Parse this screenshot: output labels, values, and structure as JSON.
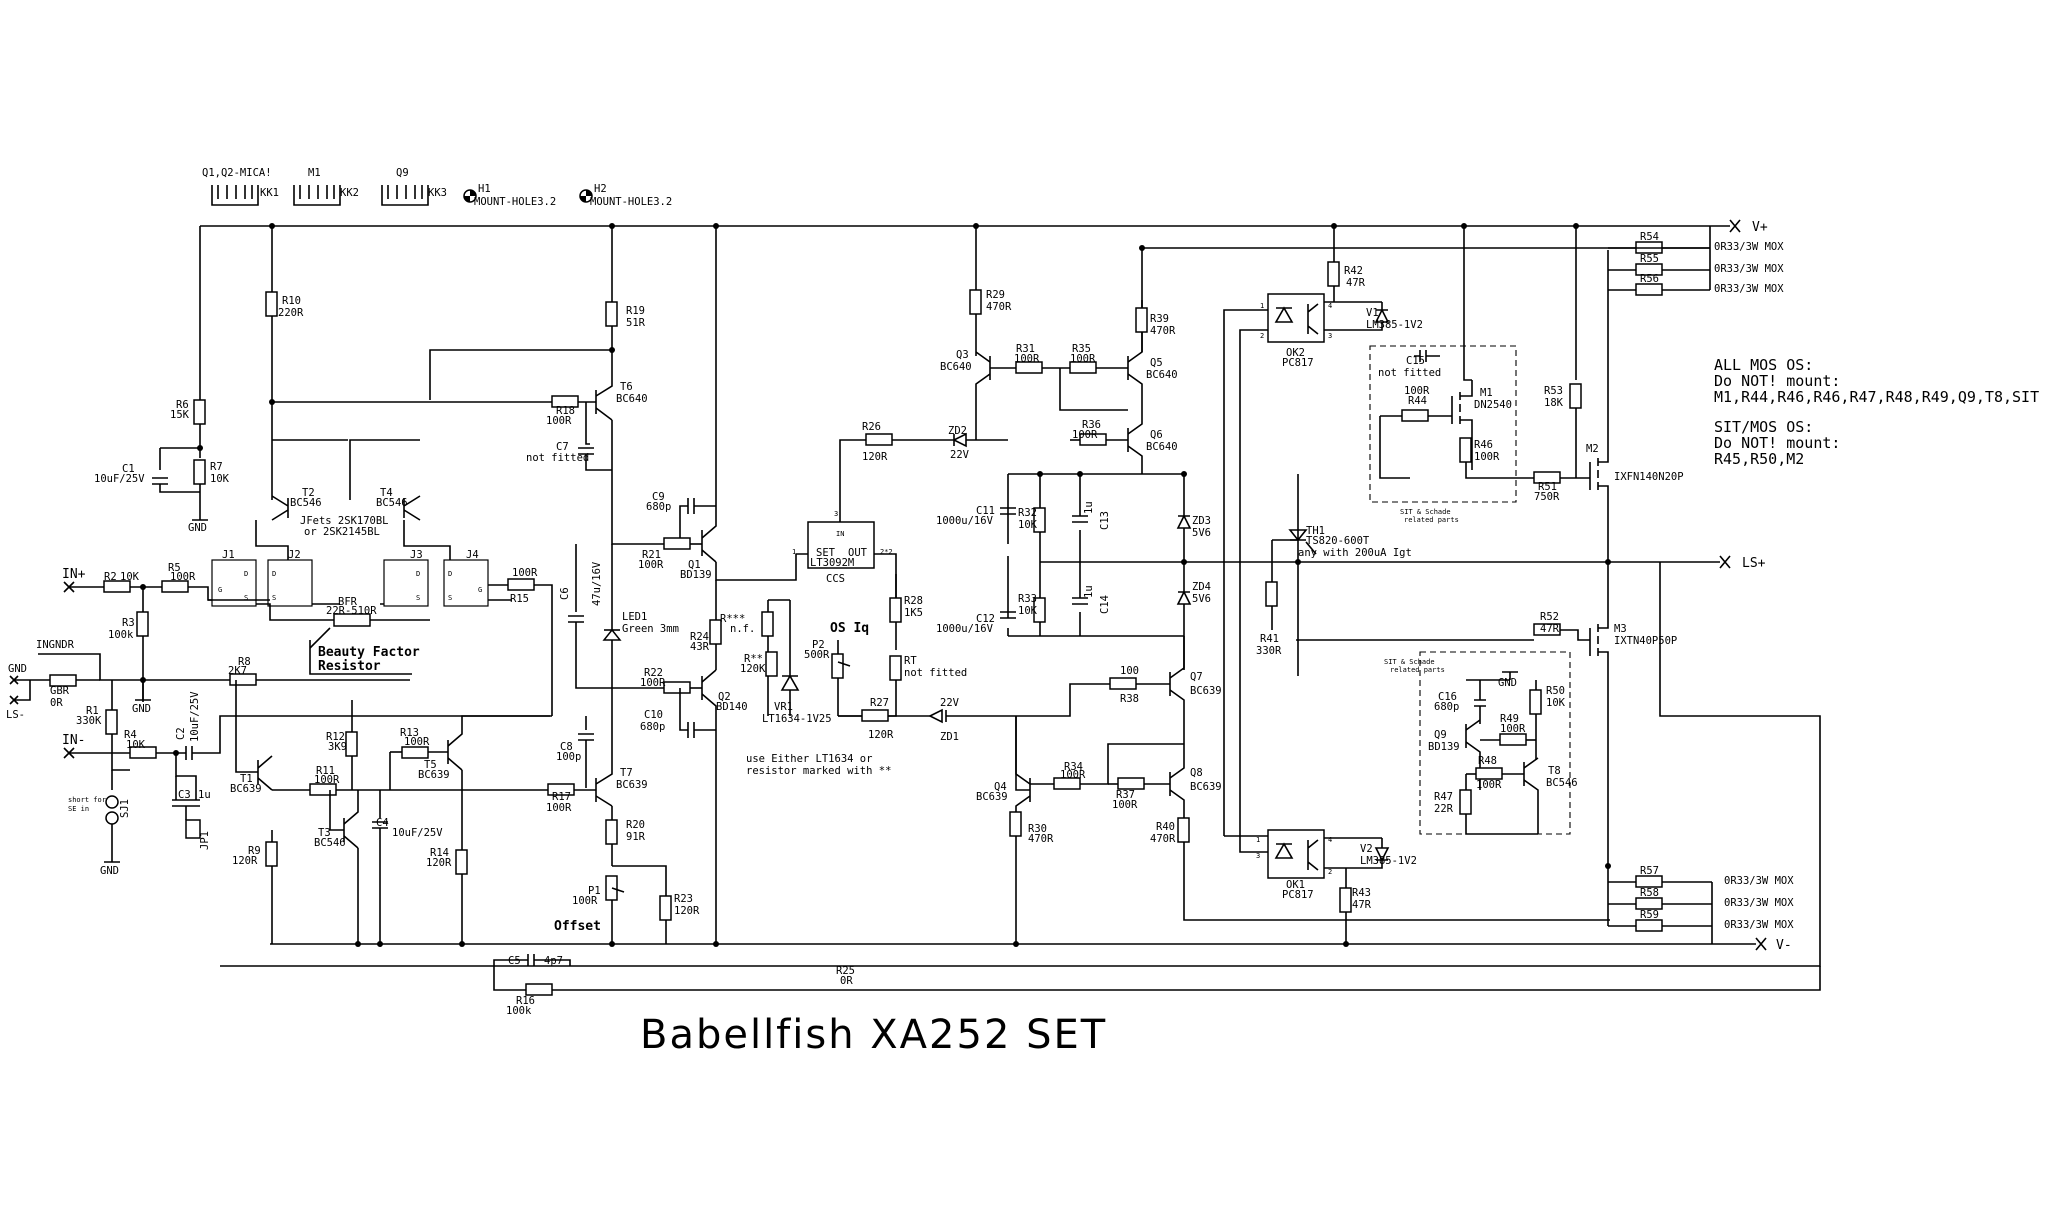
{
  "title": "Babellfish XA252 SET",
  "notes": {
    "mos_heading": "ALL MOS OS:",
    "mos_line1": "Do NOT! mount:",
    "mos_line2": "M1,R44,R46,R46,R47,R48,R49,Q9,T8,SIT",
    "sit_heading": "SIT/MOS OS:",
    "sit_line1": "Do NOT! mount:",
    "sit_line2": "R45,R50,M2",
    "either": "use Either LT1634 or",
    "either2": "resistor marked with **",
    "jfets": "JFets 2SK170BL",
    "jfets2": "or 2SK2145BL",
    "bfr1": "Beauty Factor",
    "bfr2": "Resistor",
    "os_iq": "OS Iq",
    "offset": "Offset",
    "ccs": "CCS",
    "sit_related": "SIT & Schade",
    "sit_related2": "related parts",
    "short_se": "short for",
    "short_se2": "SE in",
    "th1_note": "any with 200uA Igt"
  },
  "nets": {
    "vplus": "V+",
    "vminus": "V-",
    "lsplus": "LS+",
    "lsminus": "LS-",
    "gnd": "GND",
    "in_plus": "IN+",
    "in_minus": "IN-",
    "ingndr": "INGNDR"
  },
  "heatsinks": [
    {
      "ref": "KK1",
      "label": "Q1,Q2-MICA!"
    },
    {
      "ref": "KK2",
      "label": "M1"
    },
    {
      "ref": "KK3",
      "label": "Q9"
    }
  ],
  "mount_holes": [
    {
      "ref": "H1",
      "value": "MOUNT-HOLE3.2"
    },
    {
      "ref": "H2",
      "value": "MOUNT-HOLE3.2"
    }
  ],
  "resistors": {
    "R1": {
      "ref": "R1",
      "value": "330K"
    },
    "R2": {
      "ref": "R2",
      "value": "10K"
    },
    "R3": {
      "ref": "R3",
      "value": "100k"
    },
    "R4": {
      "ref": "R4",
      "value": "10K"
    },
    "R5": {
      "ref": "R5",
      "value": "100R"
    },
    "R6": {
      "ref": "R6",
      "value": "15K"
    },
    "R7": {
      "ref": "R7",
      "value": "10K"
    },
    "R8": {
      "ref": "R8",
      "value": "2K7"
    },
    "R9": {
      "ref": "R9",
      "value": "120R"
    },
    "R10": {
      "ref": "R10",
      "value": "220R"
    },
    "R11": {
      "ref": "R11",
      "value": "100R"
    },
    "R12": {
      "ref": "R12",
      "value": "3K9"
    },
    "R13": {
      "ref": "R13",
      "value": "100R"
    },
    "R14": {
      "ref": "R14",
      "value": "120R"
    },
    "R15": {
      "ref": "R15",
      "value": "100R"
    },
    "R16": {
      "ref": "R16",
      "value": "100k"
    },
    "R17": {
      "ref": "R17",
      "value": "100R"
    },
    "R18": {
      "ref": "R18",
      "value": "100R"
    },
    "R19": {
      "ref": "R19",
      "value": "51R"
    },
    "R20": {
      "ref": "R20",
      "value": "91R"
    },
    "R21": {
      "ref": "R21",
      "value": "100R"
    },
    "R22": {
      "ref": "R22",
      "value": "100R"
    },
    "R23": {
      "ref": "R23",
      "value": "120R"
    },
    "R24": {
      "ref": "R24",
      "value": "43R"
    },
    "R25": {
      "ref": "R25",
      "value": "0R"
    },
    "R26": {
      "ref": "R26",
      "value": "120R"
    },
    "R27": {
      "ref": "R27",
      "value": "120R"
    },
    "R28": {
      "ref": "R28",
      "value": "1K5"
    },
    "RT": {
      "ref": "RT",
      "value": "not fitted"
    },
    "R29": {
      "ref": "R29",
      "value": "470R"
    },
    "R30": {
      "ref": "R30",
      "value": "470R"
    },
    "R31": {
      "ref": "R31",
      "value": "100R"
    },
    "R32": {
      "ref": "R32",
      "value": "10K"
    },
    "R33": {
      "ref": "R33",
      "value": "10K"
    },
    "R34": {
      "ref": "R34",
      "value": "100R"
    },
    "R35": {
      "ref": "R35",
      "value": "100R"
    },
    "R36": {
      "ref": "R36",
      "value": "100R"
    },
    "R37": {
      "ref": "R37",
      "value": "100R"
    },
    "R38": {
      "ref": "R38",
      "value": "100"
    },
    "R39": {
      "ref": "R39",
      "value": "470R"
    },
    "R40": {
      "ref": "R40",
      "value": "470R"
    },
    "R41": {
      "ref": "R41",
      "value": "330R"
    },
    "R42": {
      "ref": "R42",
      "value": "47R"
    },
    "R43": {
      "ref": "R43",
      "value": "47R"
    },
    "R44": {
      "ref": "R44",
      "value": "100R"
    },
    "R46": {
      "ref": "R46",
      "value": "100R"
    },
    "R47": {
      "ref": "R47",
      "value": "22R"
    },
    "R48": {
      "ref": "R48",
      "value": "100R"
    },
    "R49": {
      "ref": "R49",
      "value": "100R"
    },
    "R50": {
      "ref": "R50",
      "value": "10K"
    },
    "R51": {
      "ref": "R51",
      "value": "750R"
    },
    "R52": {
      "ref": "R52",
      "value": "47R"
    },
    "R53": {
      "ref": "R53",
      "value": "18K"
    },
    "R54": {
      "ref": "R54",
      "value": "0R33/3W MOX"
    },
    "R55": {
      "ref": "R55",
      "value": "0R33/3W MOX"
    },
    "R56": {
      "ref": "R56",
      "value": "0R33/3W MOX"
    },
    "R57": {
      "ref": "R57",
      "value": "0R33/3W MOX"
    },
    "R58": {
      "ref": "R58",
      "value": "0R33/3W MOX"
    },
    "R59": {
      "ref": "R59",
      "value": "0R33/3W MOX"
    },
    "GBR": {
      "ref": "GBR",
      "value": "0R"
    },
    "BFR": {
      "ref": "BFR",
      "value": "22R-510R"
    },
    "Rx": {
      "ref": "R***",
      "value": "n.f."
    },
    "Ry": {
      "ref": "R**",
      "value": "120K"
    }
  },
  "capacitors": {
    "C1": {
      "ref": "C1",
      "value": "10uF/25V"
    },
    "C2": {
      "ref": "C2",
      "value": "10uF/25V"
    },
    "C3": {
      "ref": "C3",
      "value": "1u"
    },
    "C4": {
      "ref": "C4",
      "value": "10uF/25V"
    },
    "C5": {
      "ref": "C5",
      "value": "4p7"
    },
    "C6": {
      "ref": "C6",
      "value": "47u/16V"
    },
    "C7": {
      "ref": "C7",
      "value": "not fitted"
    },
    "C8": {
      "ref": "C8",
      "value": "100p"
    },
    "C9": {
      "ref": "C9",
      "value": "680p"
    },
    "C10": {
      "ref": "C10",
      "value": "680p"
    },
    "C11": {
      "ref": "C11",
      "value": "1000u/16V"
    },
    "C12": {
      "ref": "C12",
      "value": "1000u/16V"
    },
    "C13": {
      "ref": "C13",
      "value": "1u"
    },
    "C14": {
      "ref": "C14",
      "value": "1u"
    },
    "C15": {
      "ref": "C15",
      "value": "not fitted"
    },
    "C16": {
      "ref": "C16",
      "value": "680p"
    }
  },
  "semis": {
    "T1": {
      "ref": "T1",
      "value": "BC639"
    },
    "T2": {
      "ref": "T2",
      "value": "BC546"
    },
    "T3": {
      "ref": "T3",
      "value": "BC546"
    },
    "T4": {
      "ref": "T4",
      "value": "BC546"
    },
    "T5": {
      "ref": "T5",
      "value": "BC639"
    },
    "T6": {
      "ref": "T6",
      "value": "BC640"
    },
    "T7": {
      "ref": "T7",
      "value": "BC639"
    },
    "T8": {
      "ref": "T8",
      "value": "BC546"
    },
    "Q1": {
      "ref": "Q1",
      "value": "BD139"
    },
    "Q2": {
      "ref": "Q2",
      "value": "BD140"
    },
    "Q3": {
      "ref": "Q3",
      "value": "BC640"
    },
    "Q4": {
      "ref": "Q4",
      "value": "BC639"
    },
    "Q5": {
      "ref": "Q5",
      "value": "BC640"
    },
    "Q6": {
      "ref": "Q6",
      "value": "BC640"
    },
    "Q7": {
      "ref": "Q7",
      "value": "BC639"
    },
    "Q8": {
      "ref": "Q8",
      "value": "BC639"
    },
    "Q9": {
      "ref": "Q9",
      "value": "BD139"
    },
    "J1": {
      "ref": "J1"
    },
    "J2": {
      "ref": "J2"
    },
    "J3": {
      "ref": "J3"
    },
    "J4": {
      "ref": "J4"
    },
    "M1": {
      "ref": "M1",
      "value": "DN2540"
    },
    "M2": {
      "ref": "M2",
      "value": "IXFN140N20P"
    },
    "M3": {
      "ref": "M3",
      "value": "IXTN40P50P"
    },
    "ZD1": {
      "ref": "ZD1",
      "value": "22V"
    },
    "ZD2": {
      "ref": "ZD2",
      "value": "22V"
    },
    "ZD3": {
      "ref": "ZD3",
      "value": "5V6"
    },
    "ZD4": {
      "ref": "ZD4",
      "value": "5V6"
    },
    "LED1": {
      "ref": "LED1",
      "value": "Green 3mm"
    },
    "V1": {
      "ref": "V1",
      "value": "LM385-1V2"
    },
    "V2": {
      "ref": "V2",
      "value": "LM385-1V2"
    },
    "OK1": {
      "ref": "OK1",
      "value": "PC817"
    },
    "OK2": {
      "ref": "OK2",
      "value": "PC817"
    },
    "TH1": {
      "ref": "TH1",
      "value": "TS820-600T"
    },
    "VR1": {
      "ref": "VR1",
      "value": "LT1634-1V25"
    },
    "CCS": {
      "ref": "LT3092M",
      "pin_in": "IN",
      "pin_set": "SET",
      "pin_out": "OUT"
    },
    "P1": {
      "ref": "P1",
      "value": "100R"
    },
    "P2": {
      "ref": "P2",
      "value": "500R"
    },
    "SJ1": {
      "ref": "SJ1"
    },
    "JP1": {
      "ref": "JP1"
    }
  }
}
